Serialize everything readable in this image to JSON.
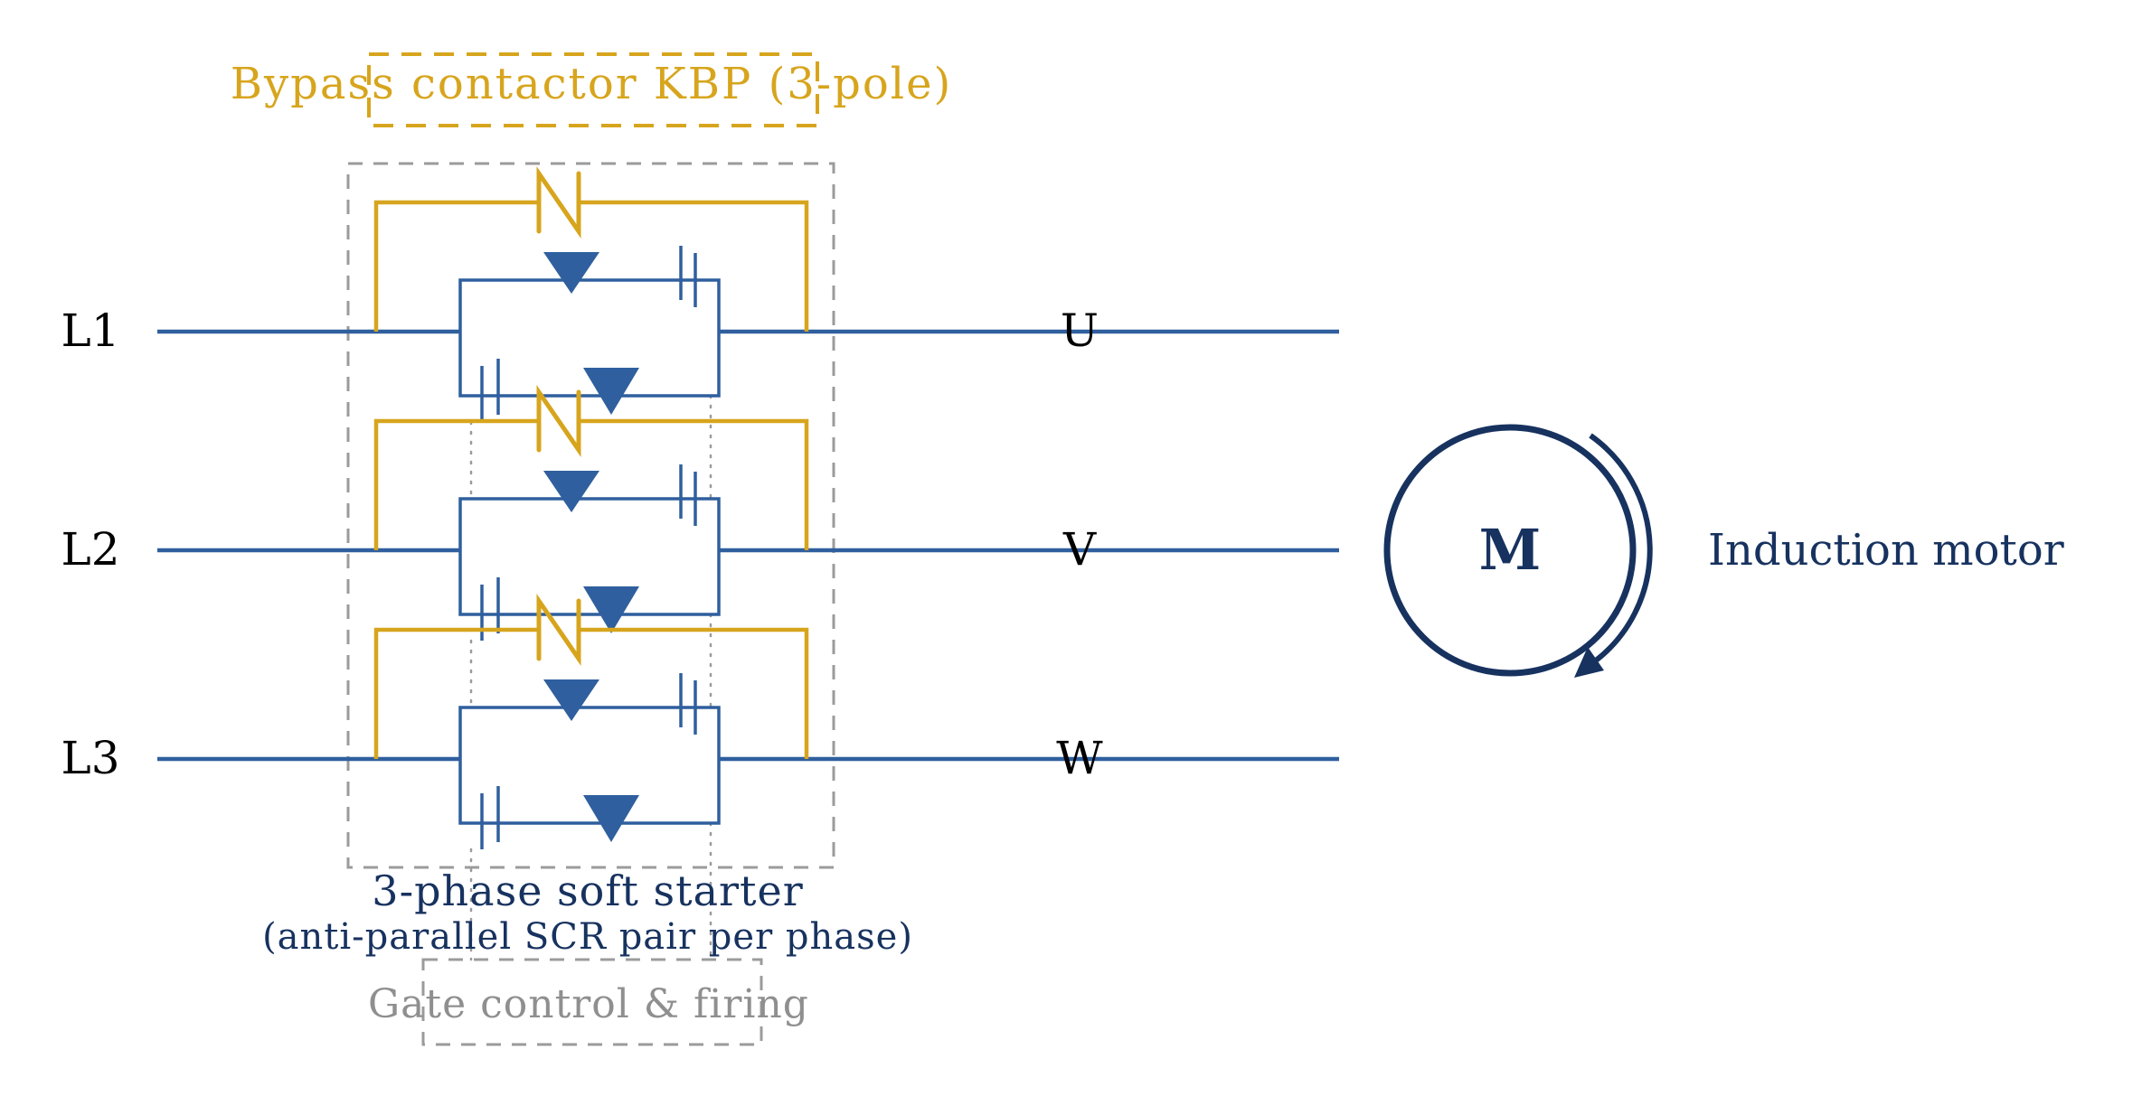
{
  "diagram": {
    "kind": "electrical-schematic",
    "labels": {
      "phase_inputs": [
        "L1",
        "L2",
        "L3"
      ],
      "phase_outputs": [
        "U",
        "V",
        "W"
      ],
      "bypass_box": "Bypass contactor KBP (3-pole)",
      "soft_starter_line1": "3-phase soft starter",
      "soft_starter_line2": "(anti-parallel SCR pair per phase)",
      "gate_control": "Gate control & firing",
      "motor_symbol": "M",
      "motor_label": "Induction motor"
    },
    "colors": {
      "line_blue": "#2f5f9e",
      "navy": "#17325f",
      "gold": "#d7a51d",
      "dashed_gray": "#9b9b9b",
      "gate_text_gray": "#8f8f8f",
      "label_black": "#000000",
      "background": "#ffffff"
    },
    "icons": [
      "scr-thyristor-icon",
      "contactor-contact-icon",
      "motor-circle-icon",
      "rotation-arrow-icon"
    ]
  }
}
